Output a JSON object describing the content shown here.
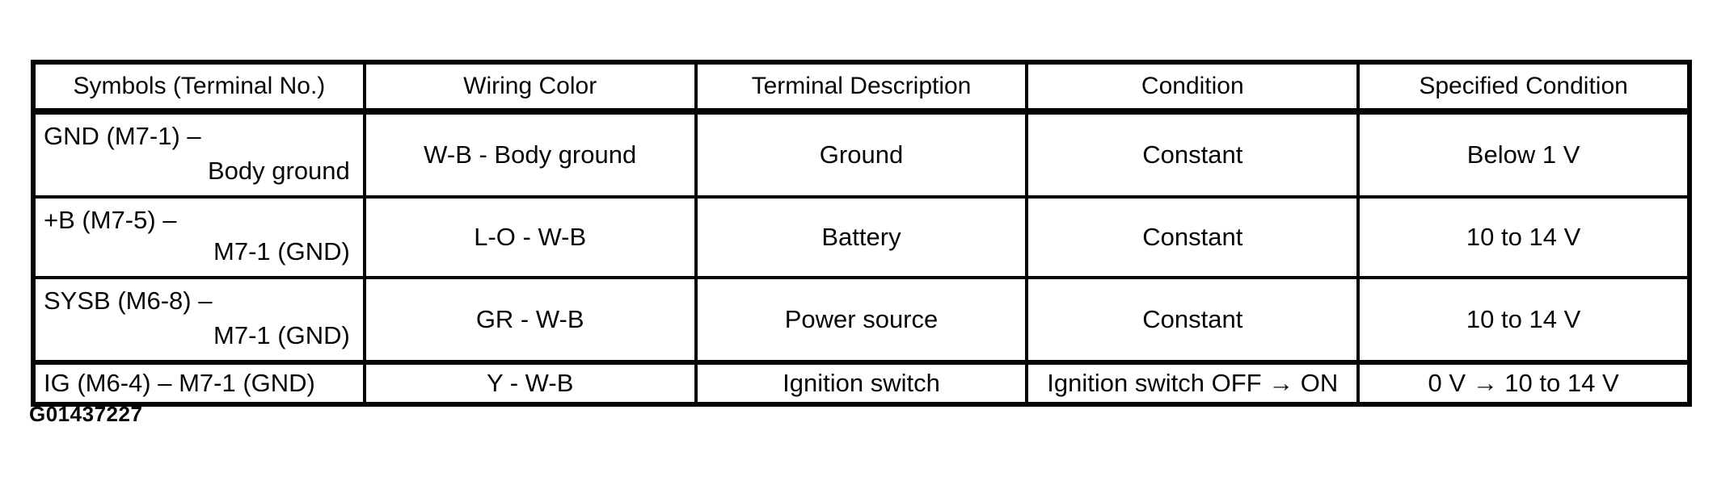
{
  "colors": {
    "ink": "#070707",
    "background": "#ffffff",
    "border": "#050505"
  },
  "table": {
    "headers": [
      "Symbols (Terminal No.)",
      "Wiring Color",
      "Terminal Description",
      "Condition",
      "Specified Condition"
    ],
    "rows": [
      {
        "symbol_line1": "GND (M7-1) –",
        "symbol_line2": "Body ground",
        "wiring_color": "W-B - Body ground",
        "terminal_description": "Ground",
        "condition": "Constant",
        "specified_condition": "Below 1 V"
      },
      {
        "symbol_line1": "+B (M7-5) –",
        "symbol_line2": "M7-1 (GND)",
        "wiring_color": "L-O - W-B",
        "terminal_description": "Battery",
        "condition": "Constant",
        "specified_condition": "10 to 14 V"
      },
      {
        "symbol_line1": "SYSB (M6-8) –",
        "symbol_line2": "M7-1 (GND)",
        "wiring_color": "GR - W-B",
        "terminal_description": "Power source",
        "condition": "Constant",
        "specified_condition": "10 to 14 V"
      },
      {
        "symbol_line1": "IG (M6-4) – M7-1 (GND)",
        "symbol_line2": "",
        "wiring_color": "Y - W-B",
        "terminal_description": "Ignition switch",
        "condition": "Ignition switch OFF → ON",
        "specified_condition": "0 V → 10 to 14 V"
      }
    ]
  },
  "figure_id": "G01437227"
}
